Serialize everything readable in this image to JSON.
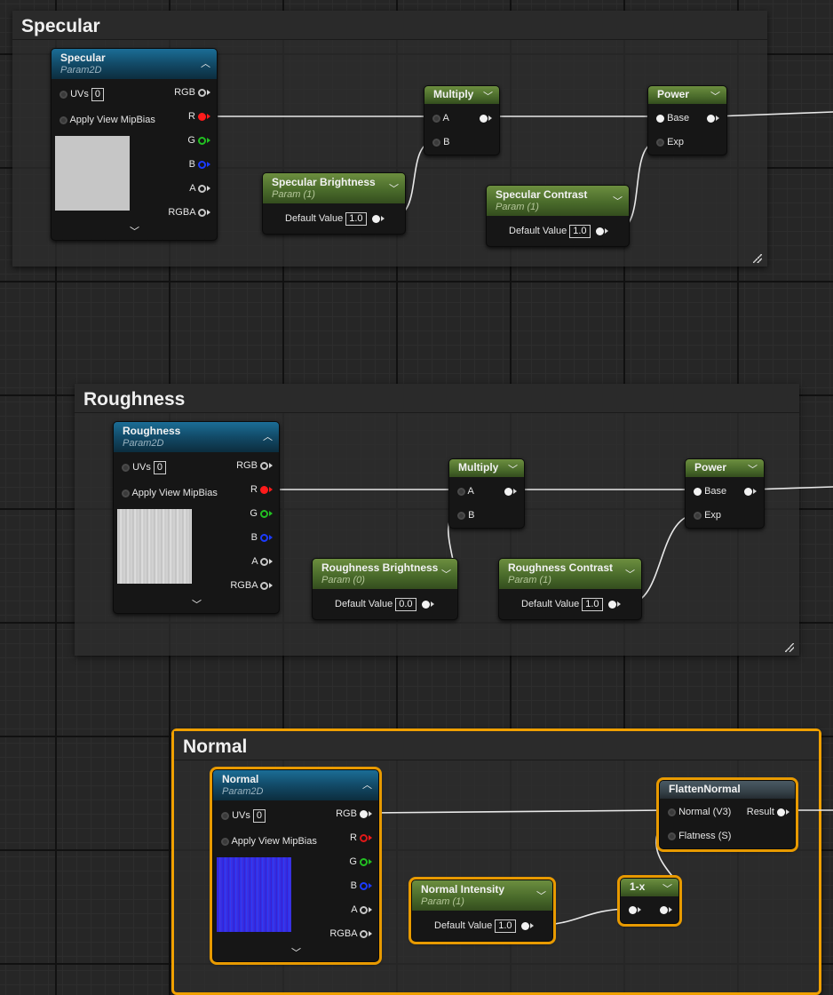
{
  "comments": {
    "specular": {
      "title": "Specular"
    },
    "roughness": {
      "title": "Roughness"
    },
    "normal": {
      "title": "Normal"
    }
  },
  "texture_param_pins": {
    "uvs": "UVs",
    "uvs_value": "0",
    "mipbias": "Apply View MipBias",
    "rgb": "RGB",
    "r": "R",
    "g": "G",
    "b": "B",
    "a": "A",
    "rgba": "RGBA"
  },
  "specular": {
    "texture": {
      "title": "Specular",
      "subtitle": "Param2D"
    },
    "multiply": {
      "title": "Multiply",
      "pin_a": "A",
      "pin_b": "B"
    },
    "power": {
      "title": "Power",
      "pin_base": "Base",
      "pin_exp": "Exp"
    },
    "brightness": {
      "title": "Specular Brightness",
      "subtitle": "Param (1)",
      "label": "Default Value",
      "value": "1.0"
    },
    "contrast": {
      "title": "Specular Contrast",
      "subtitle": "Param (1)",
      "label": "Default Value",
      "value": "1.0"
    }
  },
  "roughness": {
    "texture": {
      "title": "Roughness",
      "subtitle": "Param2D"
    },
    "multiply": {
      "title": "Multiply",
      "pin_a": "A",
      "pin_b": "B"
    },
    "power": {
      "title": "Power",
      "pin_base": "Base",
      "pin_exp": "Exp"
    },
    "brightness": {
      "title": "Roughness Brightness",
      "subtitle": "Param (0)",
      "label": "Default Value",
      "value": "0.0"
    },
    "contrast": {
      "title": "Roughness Contrast",
      "subtitle": "Param (1)",
      "label": "Default Value",
      "value": "1.0"
    }
  },
  "normal": {
    "texture": {
      "title": "Normal",
      "subtitle": "Param2D"
    },
    "flatten": {
      "title": "FlattenNormal",
      "pin_normal": "Normal (V3)",
      "pin_flatness": "Flatness (S)",
      "pin_result": "Result"
    },
    "one_minus": {
      "title": "1-x"
    },
    "intensity": {
      "title": "Normal Intensity",
      "subtitle": "Param (1)",
      "label": "Default Value",
      "value": "1.0"
    }
  },
  "icons": {
    "collapse": "chevron-up-icon",
    "expand": "chevron-down-icon",
    "resize": "resize-grip-icon"
  },
  "colors": {
    "selection": "#f0a000",
    "texture_header": "#124a67",
    "param_header": "#4a6b2b",
    "pin_red": "#ff1b1b",
    "pin_green": "#22c022",
    "pin_blue": "#1b3bff"
  }
}
